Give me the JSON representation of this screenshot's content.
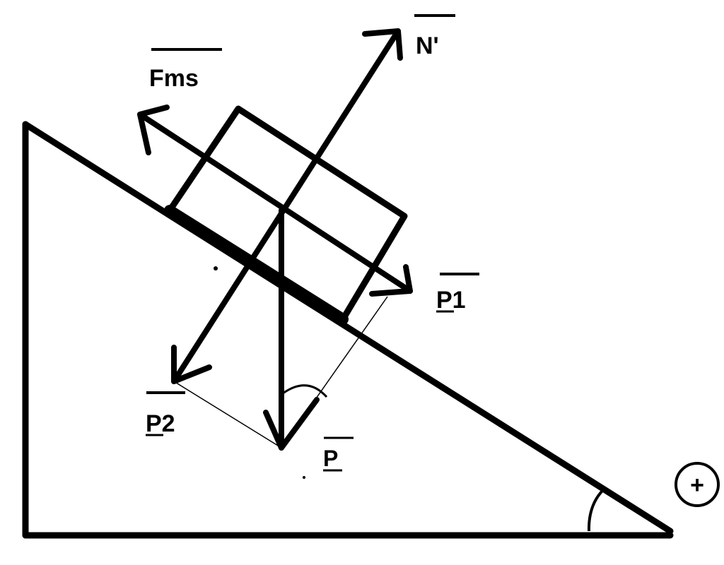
{
  "diagram": {
    "labels": {
      "normal_force": "N'",
      "friction_force": "Fms",
      "weight": "P",
      "weight_parallel": "P1",
      "weight_perpendicular": "P2",
      "positive_direction": "+"
    },
    "colors": {
      "ink": "#000000",
      "background": "#ffffff"
    }
  }
}
